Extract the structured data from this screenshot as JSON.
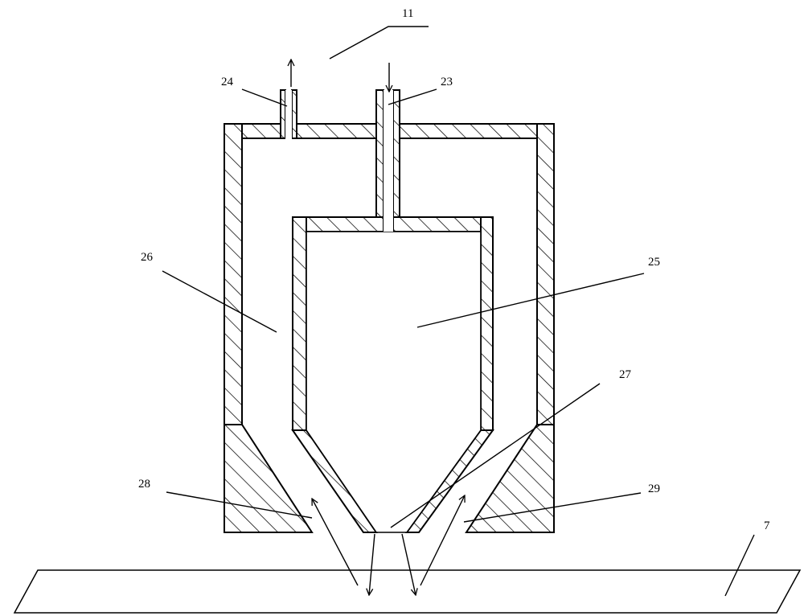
{
  "labels": {
    "l11": "11",
    "l23": "23",
    "l24": "24",
    "l25": "25",
    "l26": "26",
    "l27": "27",
    "l28": "28",
    "l29": "29",
    "l7": "7"
  }
}
